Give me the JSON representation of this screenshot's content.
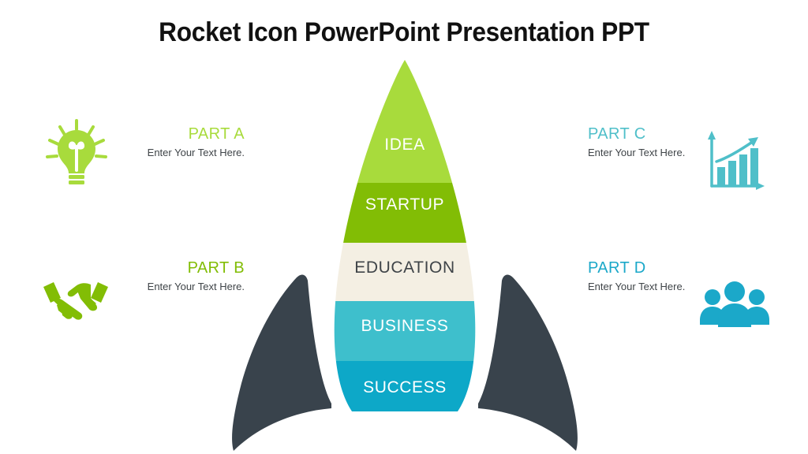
{
  "slide": {
    "title": "Rocket Icon PowerPoint Presentation PPT",
    "background_color": "#FFFFFF"
  },
  "rocket": {
    "segments": [
      {
        "label": "IDEA",
        "color": "#A8DB3C",
        "text_color": "#FFFFFF"
      },
      {
        "label": "STARTUP",
        "color": "#82BD05",
        "text_color": "#FFFFFF"
      },
      {
        "label": "EDUCATION",
        "color": "#F4EFE3",
        "text_color": "#3F4448"
      },
      {
        "label": "BUSINESS",
        "color": "#3EBFCC",
        "text_color": "#FFFFFF"
      },
      {
        "label": "SUCCESS",
        "color": "#0DA8C8",
        "text_color": "#FFFFFF"
      }
    ],
    "fin_color": "#39434C",
    "outline_color": "#FFFFFF"
  },
  "parts": [
    {
      "title": "PART A",
      "title_color": "#A8DB3C",
      "description": "Enter Your Text Here.",
      "icon": "lightbulb-icon",
      "icon_color": "#A8DB3C",
      "side": "left"
    },
    {
      "title": "PART B",
      "title_color": "#82BD05",
      "description": "Enter Your Text Here.",
      "icon": "handshake-icon",
      "icon_color": "#82BD05",
      "side": "left"
    },
    {
      "title": "PART C",
      "title_color": "#4FBFC9",
      "description": "Enter Your Text Here.",
      "icon": "bar-chart-growth-icon",
      "icon_color": "#4FBFC9",
      "side": "right"
    },
    {
      "title": "PART D",
      "title_color": "#1BA8C9",
      "description": "Enter Your Text Here.",
      "icon": "people-group-icon",
      "icon_color": "#1BA8C9",
      "side": "right"
    }
  ]
}
